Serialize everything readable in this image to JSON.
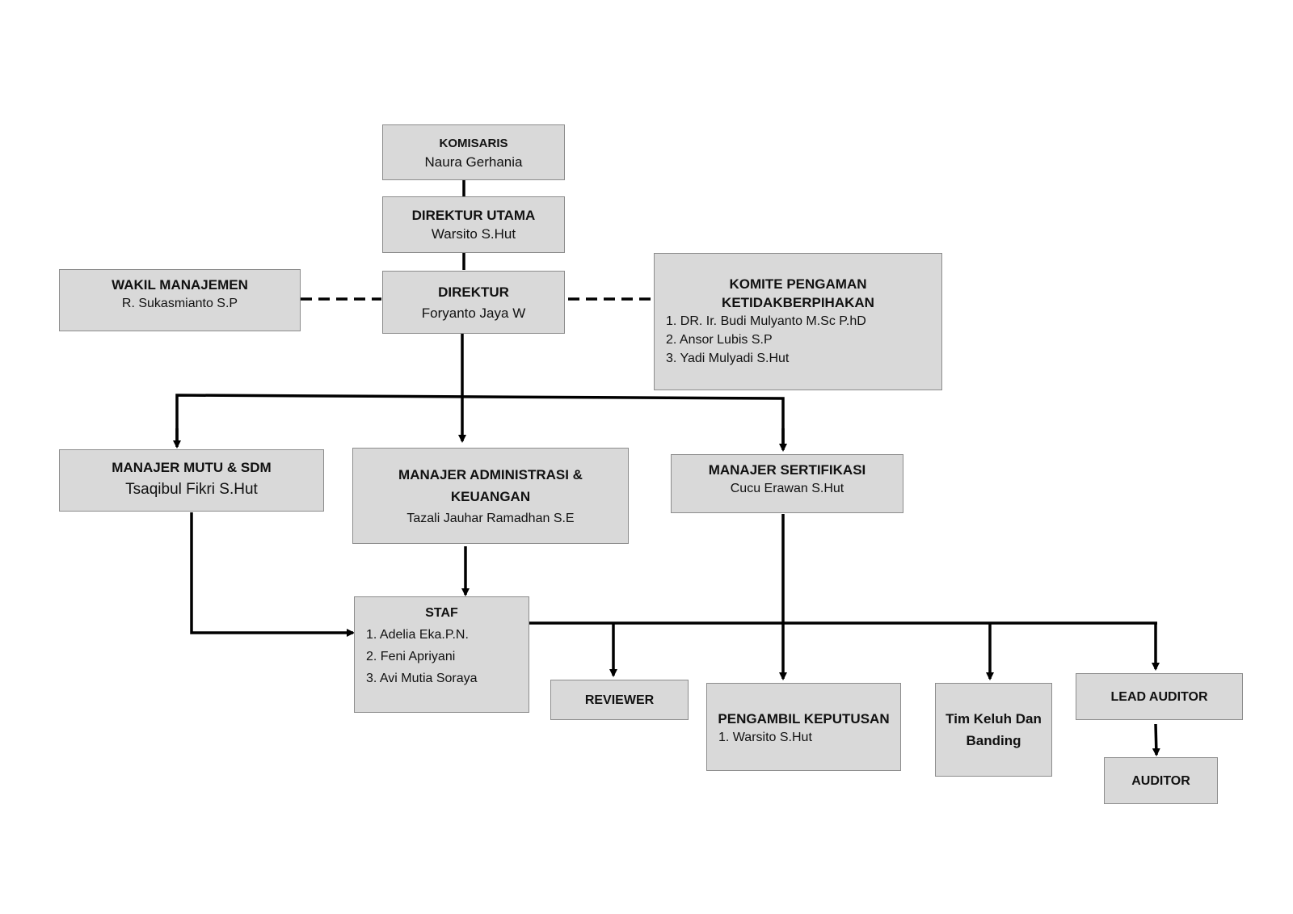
{
  "komisaris": {
    "title": "KOMISARIS",
    "name": "Naura Gerhania"
  },
  "direktur_utama": {
    "title": "DIREKTUR UTAMA",
    "name": "Warsito S.Hut"
  },
  "direktur": {
    "title": "DIREKTUR",
    "name": "Foryanto Jaya W"
  },
  "wakil_manajemen": {
    "title": "WAKIL MANAJEMEN",
    "name": "R. Sukasmianto S.P"
  },
  "komite": {
    "title_line1": "KOMITE PENGAMAN",
    "title_line2": "KETIDAKBERPIHAKAN",
    "members": [
      "1. DR. Ir. Budi Mulyanto M.Sc P.hD",
      "2. Ansor Lubis S.P",
      "3. Yadi Mulyadi S.Hut"
    ]
  },
  "manajer_mutu": {
    "title": "MANAJER MUTU & SDM",
    "name": "Tsaqibul Fikri S.Hut"
  },
  "manajer_admin": {
    "title_line1": "MANAJER ADMINISTRASI &",
    "title_line2": "KEUANGAN",
    "name": "Tazali Jauhar Ramadhan S.E"
  },
  "manajer_sertifikasi": {
    "title": "MANAJER SERTIFIKASI",
    "name": "Cucu Erawan S.Hut"
  },
  "staf": {
    "title": "STAF",
    "members": [
      "1. Adelia Eka.P.N.",
      "2. Feni Apriyani",
      "3. Avi Mutia Soraya"
    ]
  },
  "reviewer": {
    "title": "REVIEWER"
  },
  "pengambil_keputusan": {
    "title": "PENGAMBIL KEPUTUSAN",
    "members": [
      "1. Warsito S.Hut"
    ]
  },
  "tim_keluh": {
    "title_line1": "Tim Keluh Dan",
    "title_line2": "Banding"
  },
  "lead_auditor": {
    "title": "LEAD AUDITOR"
  },
  "auditor": {
    "title": "AUDITOR"
  }
}
